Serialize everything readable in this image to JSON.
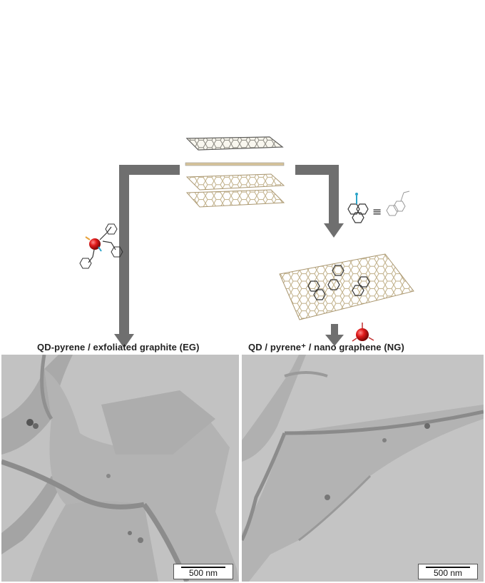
{
  "captions": {
    "left": "QD-pyrene / exfoliated graphite (EG)",
    "right": "QD / pyrene⁺ / nano graphene (NG)"
  },
  "scale_bars": {
    "left": "500 nm",
    "right": "500 nm"
  },
  "symbols": {
    "equivalent": "≡"
  },
  "colors": {
    "arrow": "#6f6f6f",
    "quantum_dot": "#e11b1b",
    "graphene": "#d6c49a",
    "pyrene": "#2e2e2e",
    "tem_background": "#bdbdbd"
  }
}
